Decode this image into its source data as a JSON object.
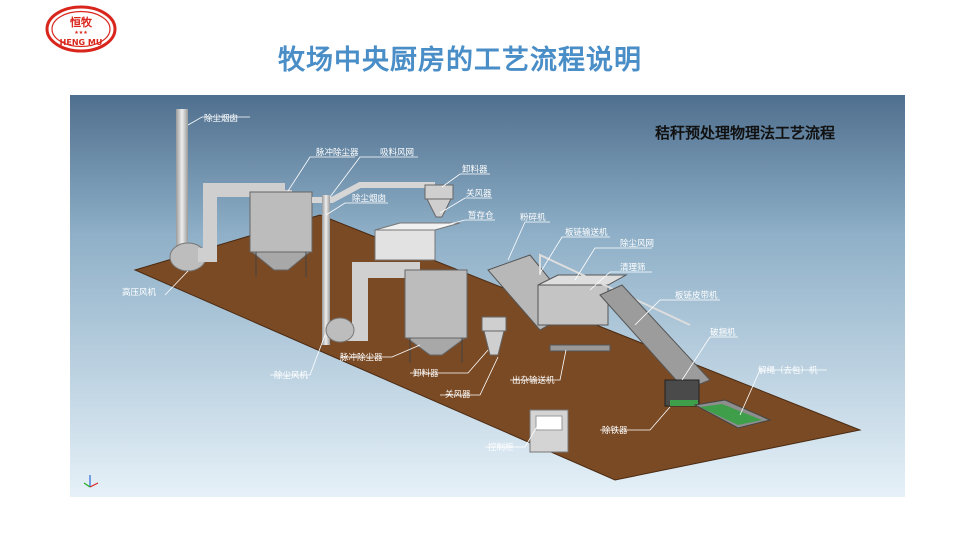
{
  "logo": {
    "top_text": "恒牧",
    "bottom_text": "HENG MU",
    "stars": "★★★",
    "color": "#d9261c"
  },
  "page_title": "牧场中央厨房的工艺流程说明",
  "scene": {
    "title": "秸秆预处理物理法工艺流程",
    "labels": {
      "dust_chimney_top": "除尘烟囱",
      "pulse_dust_collector_top": "脉冲除尘器",
      "suction_air_net": "吸料风网",
      "unloader_top": "卸料器",
      "air_lock_top": "关风器",
      "dust_chimney_mid": "除尘烟囱",
      "temp_bin": "暂存仓",
      "crusher": "粉碎机",
      "chain_conveyor": "板链输送机",
      "dust_air_net": "除尘风网",
      "cleaning_sieve": "清理筛",
      "high_pressure_fan": "高压风机",
      "chain_belt": "板链皮带机",
      "bale_breaker": "破捆机",
      "pulse_dust_collector_bottom": "脉冲除尘器",
      "dust_fan": "除尘风机",
      "unloader_bottom": "卸料器",
      "impurity_conveyor": "出杂输送机",
      "untie_machine": "解绳（去包）机",
      "air_lock_bottom": "关风器",
      "iron_remover": "除铁器",
      "control_cabinet": "控制柜"
    },
    "colors": {
      "sky": "#dcebf6",
      "floor": "#7a4a24",
      "metal": "#c8c8c8",
      "machine_green": "#3e9e4a",
      "label_line": "#ffffff"
    }
  }
}
